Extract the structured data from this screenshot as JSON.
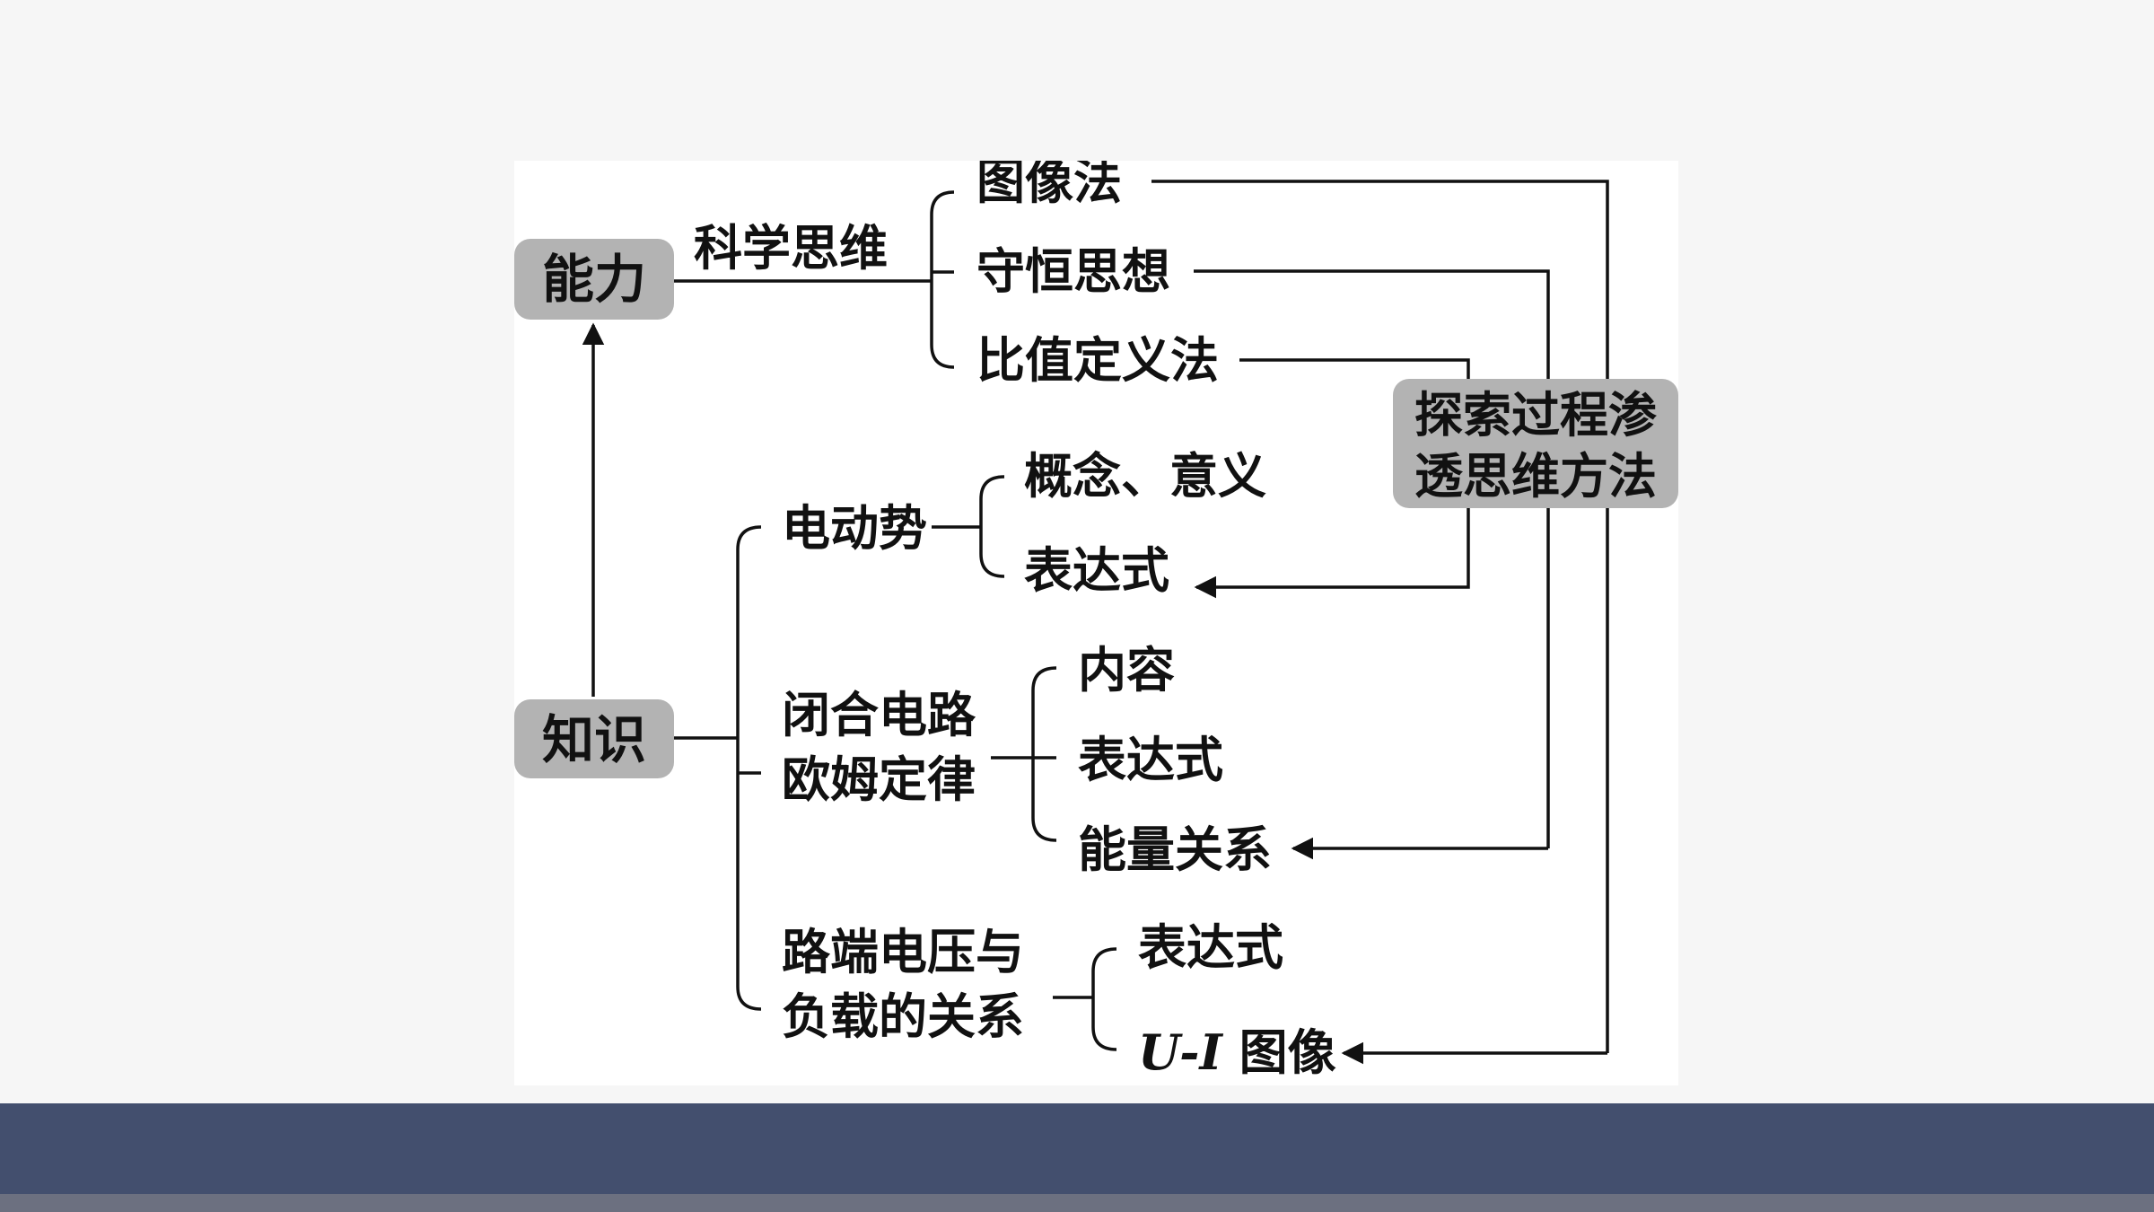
{
  "nodes": {
    "ability": "能力",
    "knowledge": "知识",
    "sci_thinking": "科学思维",
    "graph_method": "图像法",
    "conservation": "守恒思想",
    "ratio_def": "比值定义法",
    "method_box_line1": "探索过程渗",
    "method_box_line2": "透思维方法",
    "emf": "电动势",
    "emf_concept": "概念、意义",
    "emf_expr": "表达式",
    "ohm_line1": "闭合电路",
    "ohm_line2": "欧姆定律",
    "ohm_content": "内容",
    "ohm_expr": "表达式",
    "ohm_energy": "能量关系",
    "terminal_line1": "路端电压与",
    "terminal_line2": "负载的关系",
    "terminal_expr": "表达式",
    "ui_italic": "U-I",
    "ui_suffix": " 图像"
  },
  "colors": {
    "box_fill": "#b3b3b3",
    "line": "#111111",
    "footer_bar": "#434f6e",
    "footer_stripe": "#6c7080"
  }
}
